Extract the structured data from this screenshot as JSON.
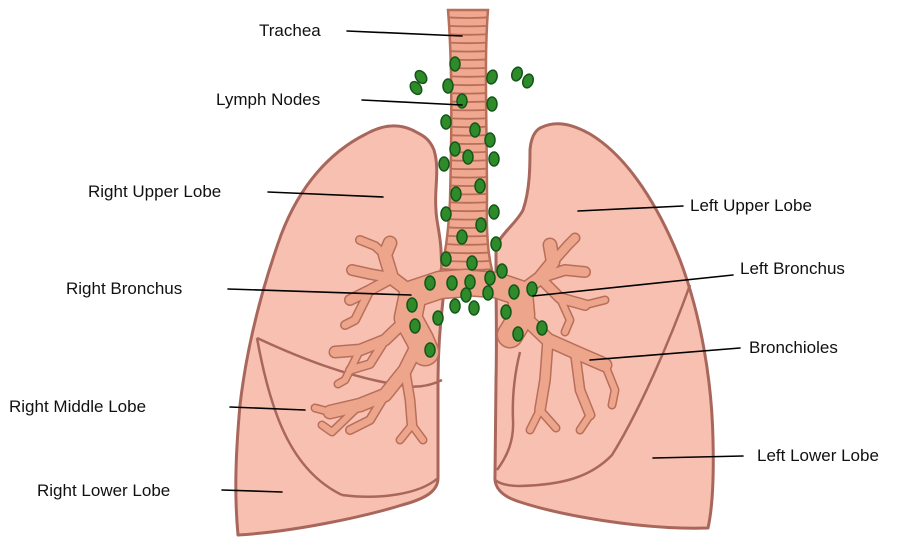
{
  "colors": {
    "lung_fill": "#f8c0b1",
    "lung_stroke": "#a9675c",
    "bronchi_fill": "#eda58c",
    "bronchi_stroke": "#b86f5a",
    "trachea_fill": "#f0a890",
    "trachea_ring": "#b86f5a",
    "node_fill": "#2f8a2a",
    "node_stroke": "#14561a",
    "leader": "#000000"
  },
  "labels": {
    "trachea": "Trachea",
    "lymph_nodes": "Lymph Nodes",
    "right_upper_lobe": "Right Upper Lobe",
    "right_bronchus": "Right Bronchus",
    "right_middle_lobe": "Right Middle Lobe",
    "right_lower_lobe": "Right Lower Lobe",
    "left_upper_lobe": "Left Upper Lobe",
    "left_bronchus": "Left Bronchus",
    "bronchioles": "Bronchioles",
    "left_lower_lobe": "Left Lower Lobe"
  },
  "icons": [
    "right-lung-icon",
    "left-lung-icon",
    "trachea-icon",
    "bronchial-tree-icon",
    "lymph-node-icon"
  ]
}
